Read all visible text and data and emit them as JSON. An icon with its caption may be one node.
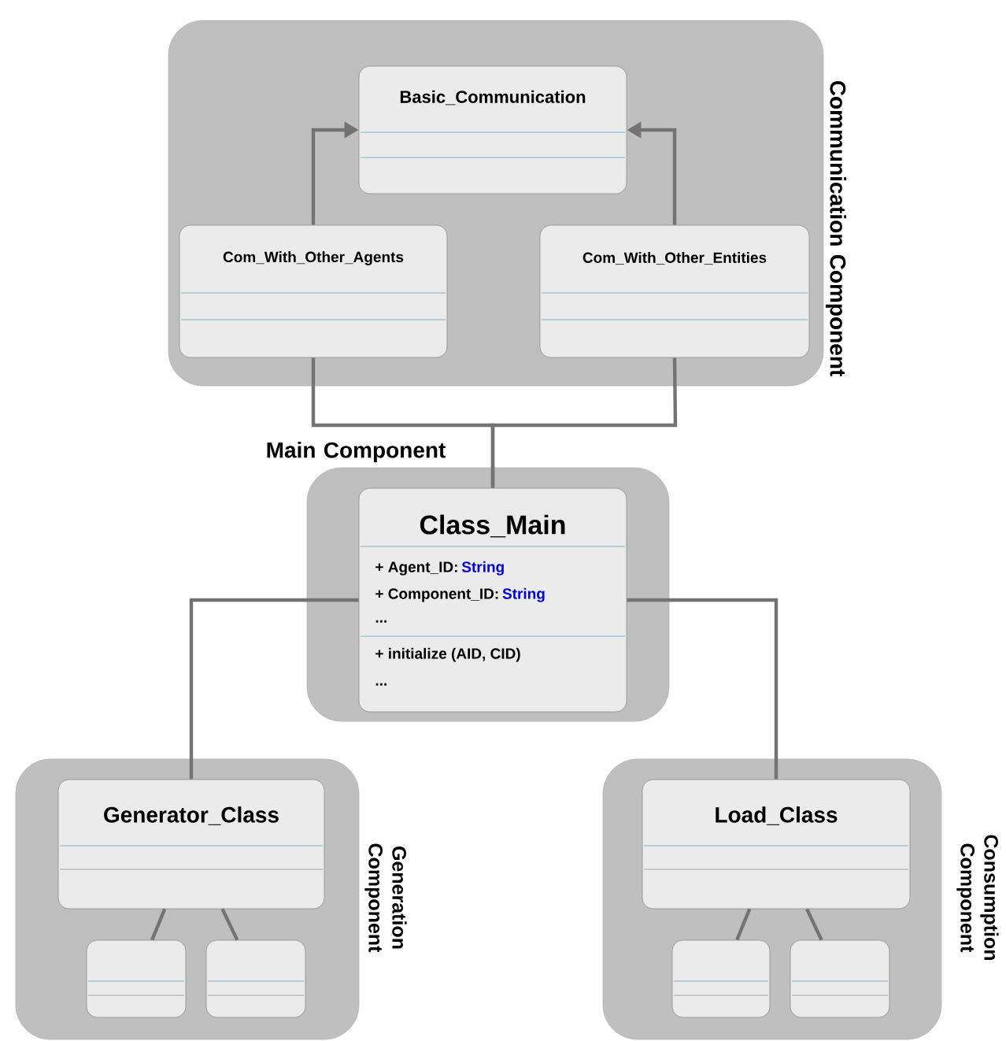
{
  "diagram": {
    "nodes": [
      {
        "text": [
          "Communication Component"
        ]
      },
      {
        "text": [
          "Basic_Communication"
        ],
        "in": 0
      },
      {
        "text": [
          "Com_With_Other_Agents"
        ],
        "in": 0
      },
      {
        "text": [
          "Com_With_Other_Entities"
        ],
        "in": 0
      },
      {
        "text": [
          "Main Component"
        ]
      },
      {
        "text": [
          "Class_Main",
          "+ Agent_ID:",
          "String",
          "+ Component_ID:",
          "String",
          "...",
          "+ initialize (AID, CID)",
          "..."
        ],
        "in": 4
      },
      {
        "text": [
          "Generation Component"
        ]
      },
      {
        "text": [
          "Generator_Class"
        ],
        "in": 6
      },
      {
        "text": [],
        "shape": "box",
        "in": 6
      },
      {
        "text": [],
        "shape": "box",
        "in": 6
      },
      {
        "text": [
          "Consumption Component"
        ]
      },
      {
        "text": [
          "Load_Class"
        ],
        "in": 10
      },
      {
        "text": [],
        "shape": "box",
        "in": 10
      },
      {
        "text": [],
        "shape": "box",
        "in": 10
      }
    ],
    "edges": [
      {
        "from": 2,
        "to": 1,
        "arrow": "to"
      },
      {
        "from": 3,
        "to": 1,
        "arrow": "to"
      },
      {
        "from": 2,
        "to": 5,
        "arrow": "none"
      },
      {
        "from": 3,
        "to": 5,
        "arrow": "none"
      },
      {
        "from": 5,
        "to": 7,
        "arrow": "none"
      },
      {
        "from": 5,
        "to": 11,
        "arrow": "none"
      },
      {
        "from": 7,
        "to": 8,
        "arrow": "none"
      },
      {
        "from": 7,
        "to": 9,
        "arrow": "none"
      },
      {
        "from": 11,
        "to": 12,
        "arrow": "none"
      },
      {
        "from": 11,
        "to": 13,
        "arrow": "none"
      }
    ]
  }
}
